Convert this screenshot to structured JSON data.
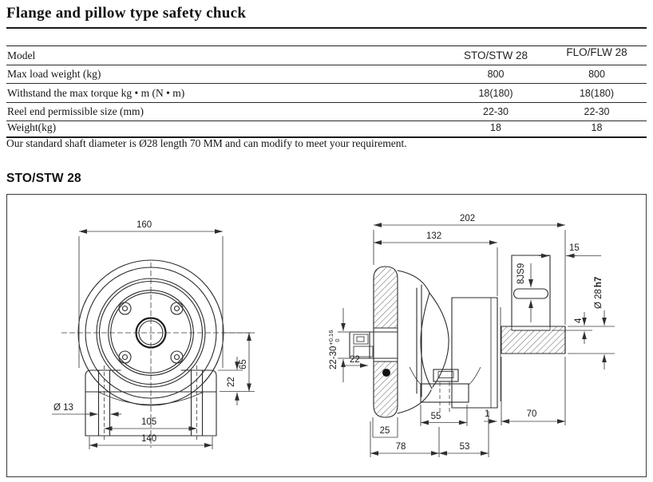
{
  "page": {
    "title": "Flange and pillow type safety chuck",
    "note": "Our standard shaft diameter is Ø28 length 70 MM and can modify to meet your requirement.",
    "section_title": "STO/STW 28"
  },
  "spec_table": {
    "columns": {
      "model": "Model",
      "col1": "STO/STW 28",
      "col2": "FLO/FLW 28"
    },
    "rows": [
      {
        "label": "Max load weight (kg)",
        "col1": "800",
        "col2": "800"
      },
      {
        "label": "Withstand the max torque kg • m (N • m)",
        "col1": "18(180)",
        "col2": "18(180)"
      },
      {
        "label": "Reel end permissible size (mm)",
        "col1": "22-30",
        "col2": "22-30"
      },
      {
        "label": "Weight(kg)",
        "col1": "18",
        "col2": "18"
      }
    ]
  },
  "drawing": {
    "front_view": {
      "dim_width": "160",
      "dim_center_to_base": "65",
      "dim_shoulder": "22",
      "dim_slot_dia": "Ø 13",
      "dim_slot_spacing": "105",
      "dim_base_width": "140"
    },
    "side_view": {
      "dim_total_length": "202",
      "dim_body_length": "132",
      "dim_key_to_end": "15",
      "keyway_label": "8JS9",
      "shaft_dia": "Ø 28",
      "shaft_dia_tol": "h7",
      "dim_key_depth": "4",
      "bore_range": "22-30",
      "bore_tol_upper": "+0.16",
      "bore_tol_lower": "0",
      "dim_bore_depth": "22",
      "dim_hub_width": "25",
      "dim_foot_width": "55",
      "dim_gap": "1",
      "dim_shaft_length": "70",
      "dim_front_length": "78",
      "dim_rear_length": "53"
    }
  }
}
